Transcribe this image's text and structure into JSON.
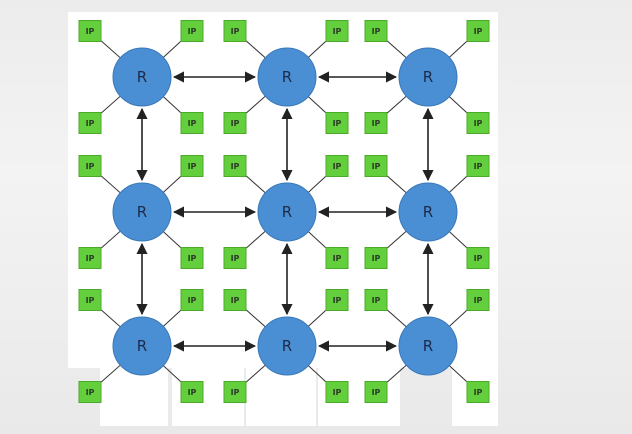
{
  "router_label": "R",
  "ip_label": "IP",
  "colors": {
    "router_fill": "#4a8fd4",
    "router_stroke": "#3a78b8",
    "ip_fill": "#63cf3c",
    "ip_stroke": "#4caa2b",
    "link": "#222222",
    "panel": "#ffffff"
  },
  "mesh": {
    "rows": 3,
    "cols": 3,
    "ips_per_router": 4
  },
  "routers": [
    {
      "id": "r-0-0"
    },
    {
      "id": "r-0-1"
    },
    {
      "id": "r-0-2"
    },
    {
      "id": "r-1-0"
    },
    {
      "id": "r-1-1"
    },
    {
      "id": "r-1-2"
    },
    {
      "id": "r-2-0"
    },
    {
      "id": "r-2-1"
    },
    {
      "id": "r-2-2"
    }
  ],
  "links": [
    {
      "from": "r-0-0",
      "to": "r-0-1"
    },
    {
      "from": "r-0-1",
      "to": "r-0-2"
    },
    {
      "from": "r-1-0",
      "to": "r-1-1"
    },
    {
      "from": "r-1-1",
      "to": "r-1-2"
    },
    {
      "from": "r-2-0",
      "to": "r-2-1"
    },
    {
      "from": "r-2-1",
      "to": "r-2-2"
    },
    {
      "from": "r-0-0",
      "to": "r-1-0"
    },
    {
      "from": "r-1-0",
      "to": "r-2-0"
    },
    {
      "from": "r-0-1",
      "to": "r-1-1"
    },
    {
      "from": "r-1-1",
      "to": "r-2-1"
    },
    {
      "from": "r-0-2",
      "to": "r-1-2"
    },
    {
      "from": "r-1-2",
      "to": "r-2-2"
    }
  ]
}
